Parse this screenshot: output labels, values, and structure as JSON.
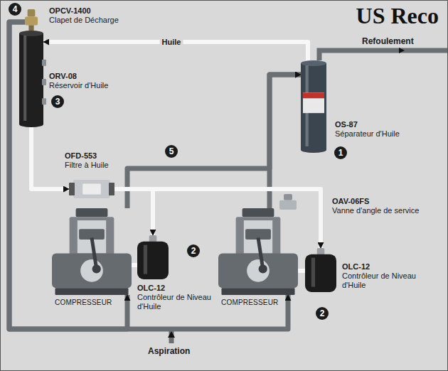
{
  "diagram": {
    "title": "US Reco",
    "nodes": [
      {
        "text": [
          "ORV-08",
          "Réservoir d'Huile"
        ]
      },
      {
        "text": [
          "OPCV-1400",
          "Clapet de Décharge"
        ]
      },
      {
        "text": [
          "OS-87",
          "Séparateur d'Huile"
        ]
      },
      {
        "text": [
          "OFD-553",
          "Filtre à Huile"
        ]
      },
      {
        "text": [
          "COMPRESSEUR"
        ]
      },
      {
        "text": [
          "OLC-12",
          "Contrôleur de Niveau d'Huile"
        ]
      },
      {
        "text": [
          "COMPRESSEUR"
        ]
      },
      {
        "text": [
          "OAV-06FS",
          "Vanne d'angle de service"
        ]
      },
      {
        "text": [
          "OLC-12",
          "Contrôleur de Niveau d'Huile"
        ]
      }
    ],
    "edges": [
      {
        "from": 4,
        "to": 2,
        "arrow": "to"
      },
      {
        "from": 6,
        "to": 2,
        "arrow": "to"
      },
      {
        "from": 2,
        "to": 0,
        "label": "Huile",
        "arrow": "to"
      },
      {
        "from": 0,
        "to": 3,
        "arrow": "to"
      },
      {
        "from": 3,
        "to": 5,
        "arrow": "to"
      },
      {
        "from": 3,
        "to": 8,
        "arrow": "to"
      },
      {
        "from": 1,
        "to": 4,
        "arrow": "to"
      },
      {
        "from": 1,
        "to": 6,
        "arrow": "to"
      },
      {
        "from": 5,
        "to": 4,
        "arrow": "none"
      },
      {
        "from": 8,
        "to": 6,
        "arrow": "none"
      }
    ],
    "labels": [
      "4",
      "3",
      "1",
      "5",
      "2",
      "2",
      "Refoulement",
      "Aspiration"
    ]
  }
}
